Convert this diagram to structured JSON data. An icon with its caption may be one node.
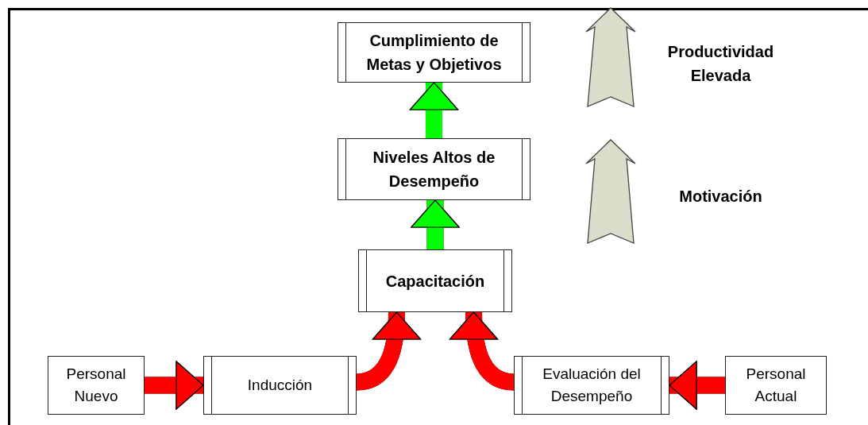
{
  "diagram": {
    "nodes": [
      {
        "text": [
          "Cumplimiento de Metas y Objetivos"
        ]
      },
      {
        "text": [
          "Niveles Altos de Desempeño"
        ]
      },
      {
        "text": [
          "Capacitación"
        ]
      },
      {
        "text": [
          "Personal Nuevo"
        ]
      },
      {
        "text": [
          "Inducción"
        ]
      },
      {
        "text": [
          "Evaluación del Desempeño"
        ]
      },
      {
        "text": [
          "Personal Actual"
        ]
      }
    ],
    "edges": [
      {
        "from": 1,
        "to": 0,
        "arrow": "to",
        "color": "#00ff00"
      },
      {
        "from": 2,
        "to": 1,
        "arrow": "to",
        "color": "#00ff00"
      },
      {
        "from": 3,
        "to": 4,
        "arrow": "to"
      },
      {
        "from": 4,
        "to": 2,
        "arrow": "to"
      },
      {
        "from": 5,
        "to": 2,
        "arrow": "to"
      },
      {
        "from": 6,
        "to": 5,
        "arrow": "to"
      }
    ],
    "labels": [
      "Productividad Elevada",
      "Motivación"
    ]
  }
}
